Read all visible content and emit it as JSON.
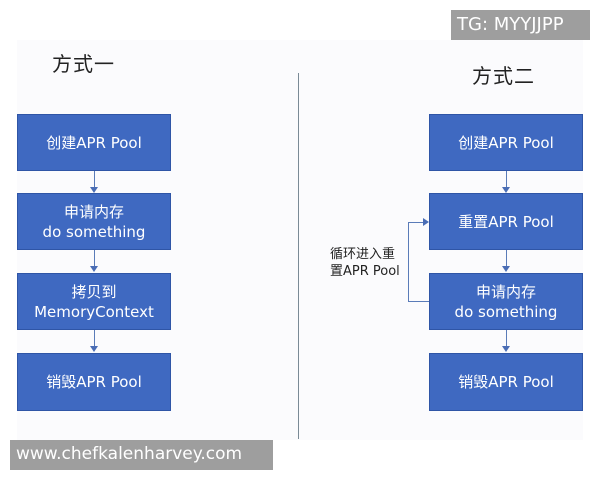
{
  "left": {
    "title": "方式一",
    "boxes": [
      {
        "line1": "创建APR Pool",
        "line2": ""
      },
      {
        "line1": "申请内存",
        "line2": "do something"
      },
      {
        "line1": "拷贝到",
        "line2": "MemoryContext"
      },
      {
        "line1": "销毁APR Pool",
        "line2": ""
      }
    ]
  },
  "right": {
    "title": "方式二",
    "boxes": [
      {
        "line1": "创建APR Pool",
        "line2": ""
      },
      {
        "line1": "重置APR Pool",
        "line2": ""
      },
      {
        "line1": "申请内存",
        "line2": "do something"
      },
      {
        "line1": "销毁APR Pool",
        "line2": ""
      }
    ],
    "loop_label": {
      "line1": "循环进入重",
      "line2": "置APR Pool"
    }
  },
  "watermarks": {
    "top": "TG: MYYJJPP",
    "bottom": "www.chefkalenharvey.com"
  },
  "colors": {
    "box_fill": "#3f69c1",
    "box_text": "#ffffff",
    "arrow": "#4a6db5"
  }
}
